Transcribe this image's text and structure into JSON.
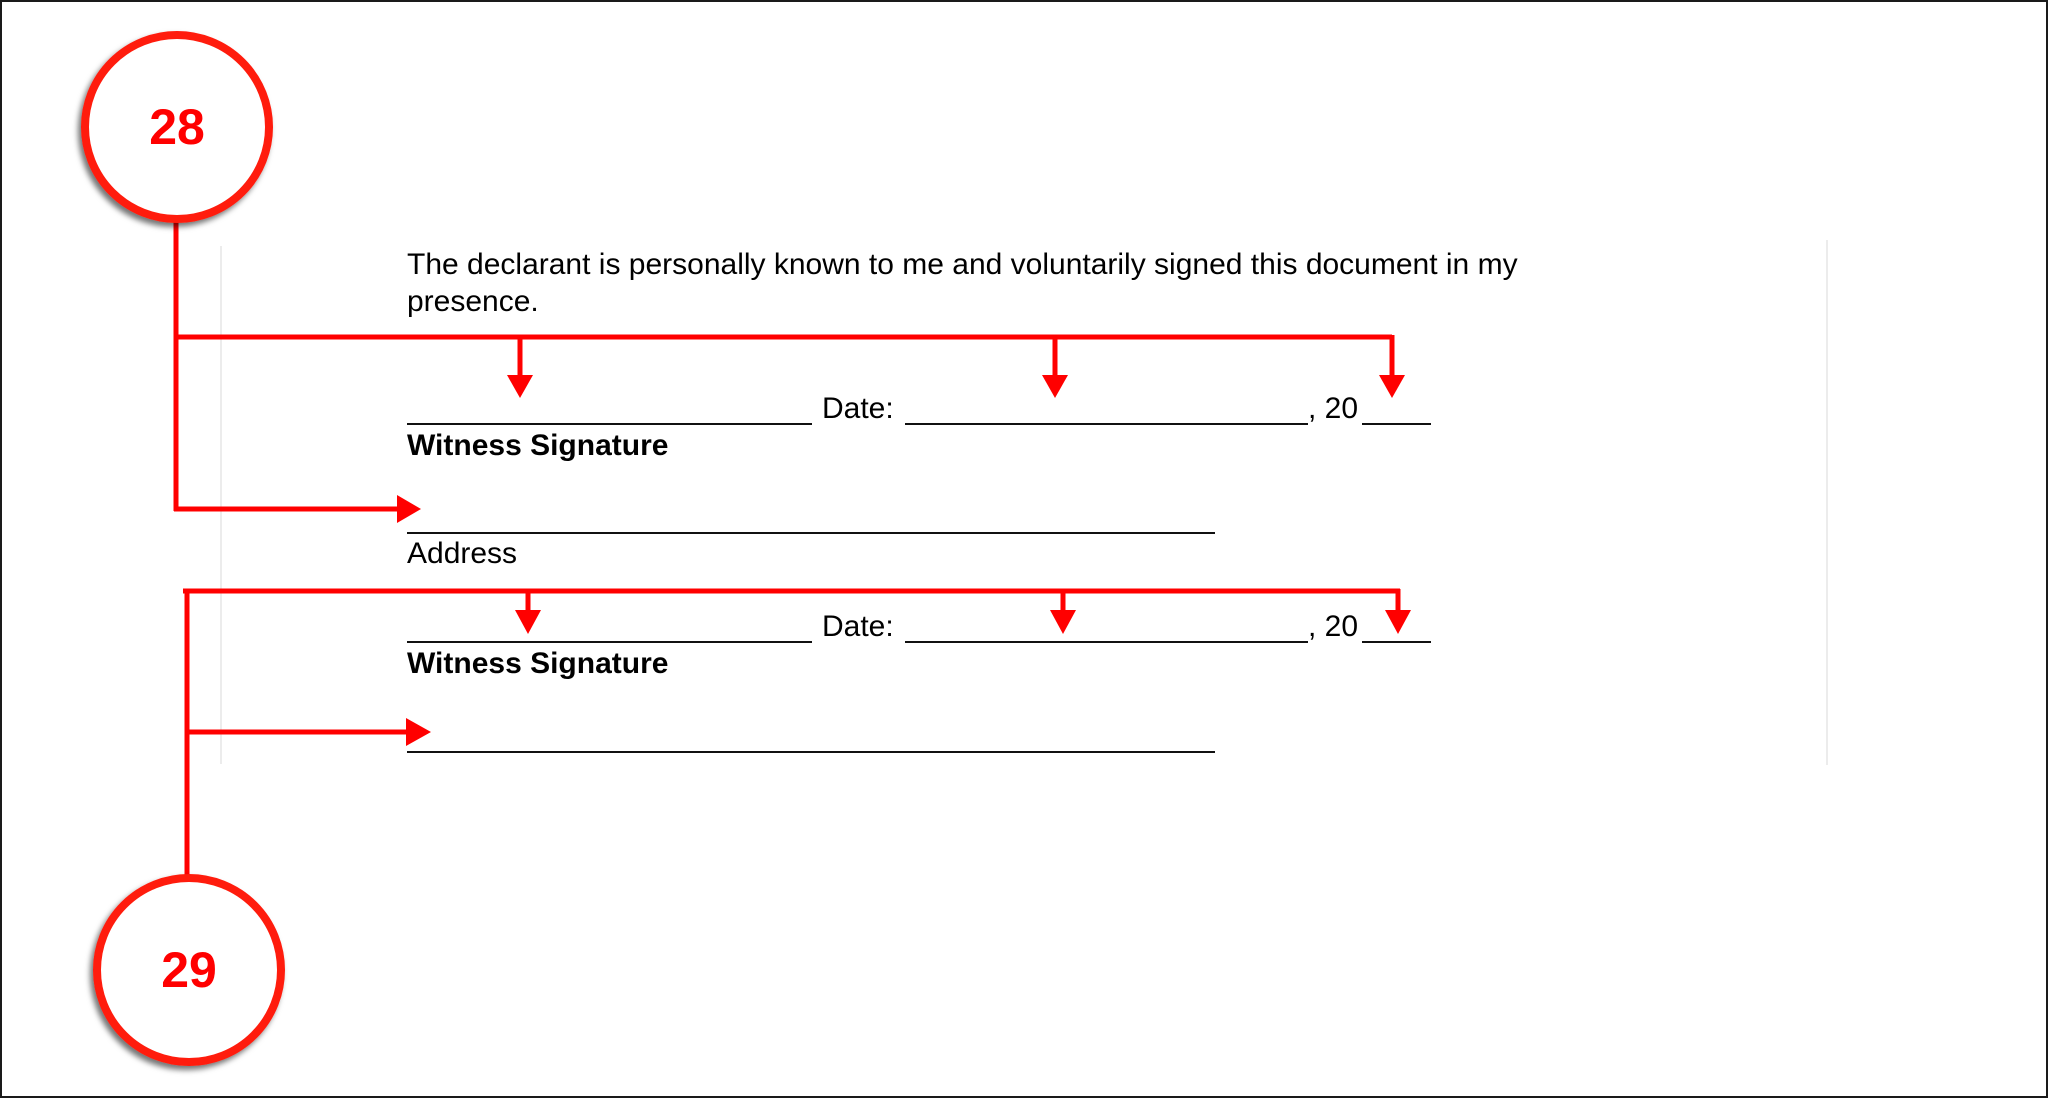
{
  "document": {
    "paragraph_line1": "The declarant is personally known to me and voluntarily signed this document in my",
    "paragraph_line2": "presence.",
    "witness_blocks": [
      {
        "date_label": "Date:",
        "year_prefix": ", 20",
        "signature_label": "Witness Signature",
        "address_label": "Address"
      },
      {
        "date_label": "Date:",
        "year_prefix": ", 20",
        "signature_label": "Witness Signature"
      }
    ]
  },
  "callouts": [
    {
      "number": "28",
      "color": "#ff0000",
      "targets": [
        "witness-signature-line",
        "date-line",
        "year-line",
        "address-line"
      ]
    },
    {
      "number": "29",
      "color": "#ff0000",
      "targets": [
        "witness-signature-line",
        "date-line",
        "year-line",
        "address-line"
      ]
    }
  ],
  "colors": {
    "callout_red": "#ff0000",
    "text": "#000000",
    "border": "#1a1a1a",
    "margin_guide": "#ececec"
  }
}
